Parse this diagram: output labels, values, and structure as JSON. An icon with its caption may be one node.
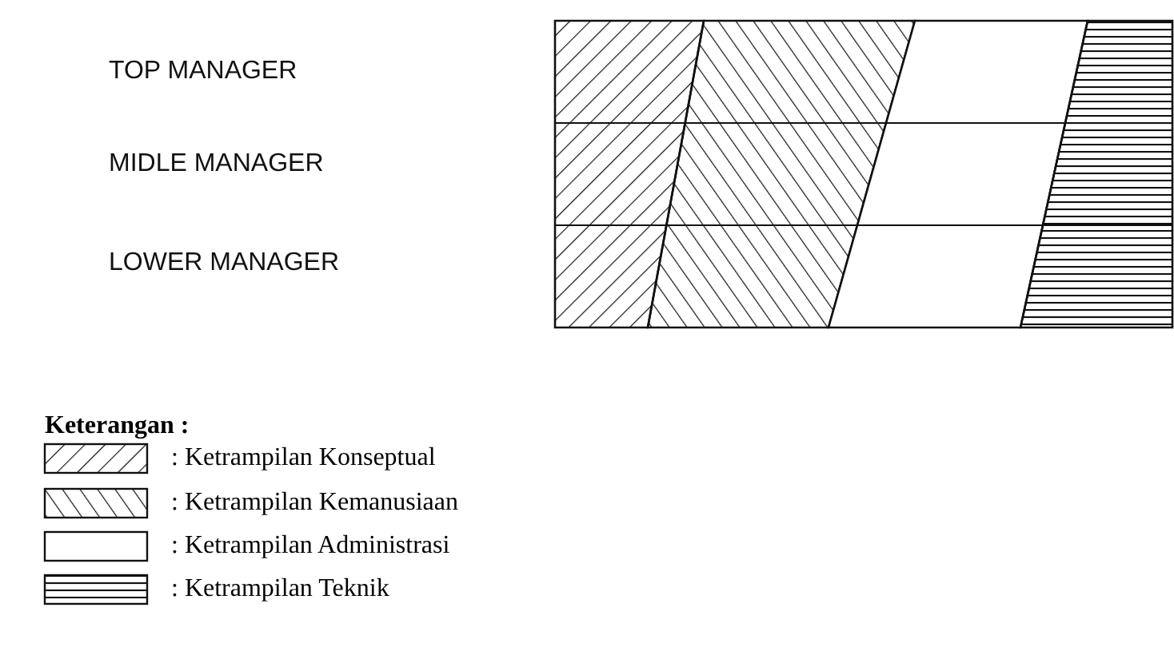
{
  "diagram": {
    "labels": [
      "TOP MANAGER",
      "MIDLE MANAGER",
      "LOWER MANAGER",
      "Keterangan :"
    ],
    "legend": [
      {
        "text": ": Ketrampilan Konseptual"
      },
      {
        "text": ": Ketrampilan Kemanusiaan"
      },
      {
        "text": ": Ketrampilan Administrasi"
      },
      {
        "text": ": Ketrampilan Teknik"
      }
    ]
  }
}
